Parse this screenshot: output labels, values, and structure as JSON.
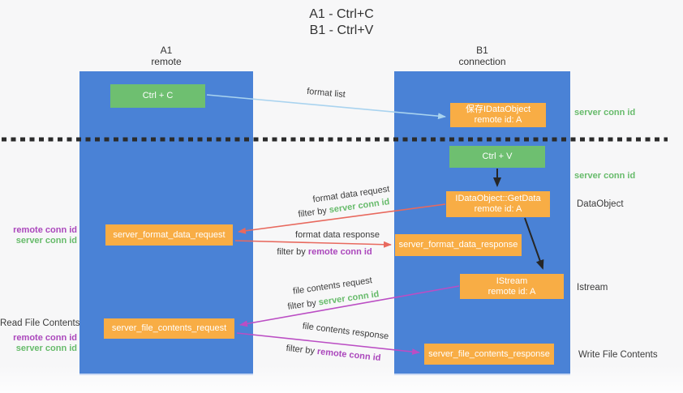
{
  "title": {
    "line1": "A1 - Ctrl+C",
    "line2": "B1 - Ctrl+V"
  },
  "columns": {
    "a": {
      "id": "A1",
      "role": "remote"
    },
    "b": {
      "id": "B1",
      "role": "connection"
    }
  },
  "nodes": {
    "ctrl_c": "Ctrl + C",
    "ctrl_v": "Ctrl + V",
    "save_dataobject": {
      "line1": "保存IDataObject",
      "line2": "remote id: A"
    },
    "getdata": {
      "line1": "IDataObject::GetData",
      "line2": "remote id: A"
    },
    "istream": {
      "line1": "IStream",
      "line2": "remote id: A"
    },
    "format_request": "server_format_data_request",
    "format_response": "server_format_data_response",
    "file_request": "server_file_contents_request",
    "file_response": "server_file_contents_response"
  },
  "edge_labels": {
    "format_list": "format list",
    "format_data_request": "format data request",
    "format_data_response": "format data response",
    "file_contents_request": "file contents request",
    "file_contents_response": "file contents response",
    "filter_by": "filter by "
  },
  "side_labels": {
    "server_conn_id": "server conn id",
    "remote_conn_id": "remote conn id",
    "dataobject": "DataObject",
    "istream": "Istream",
    "read_file_contents": "Read File Contents",
    "write_file_contents": "Write File Contents"
  },
  "colors": {
    "column_blue": "#4a82d6",
    "node_green": "#6ebf70",
    "node_orange": "#f8ad45",
    "arrow_red": "#e8695e",
    "arrow_magenta": "#bb4ec4",
    "arrow_light_blue": "#a9d3ef",
    "arrow_black": "#262626",
    "label_green": "#67bb6b",
    "label_purple": "#ab47bc",
    "text_dark": "#3b3b3b"
  }
}
